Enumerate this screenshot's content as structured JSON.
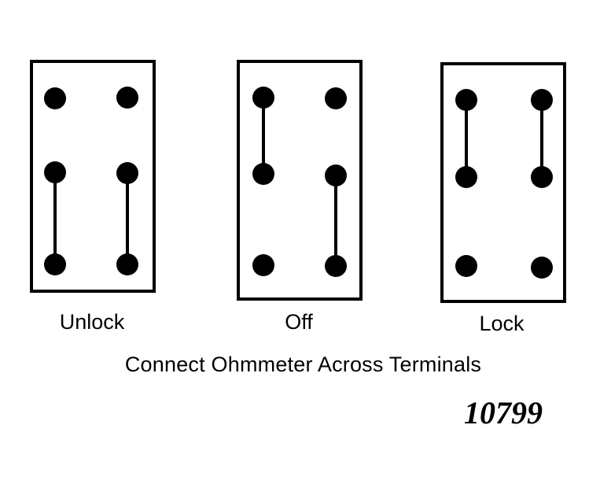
{
  "switches": [
    {
      "label": "Unlock",
      "connections": [
        [
          "middle-left",
          "bottom-left"
        ],
        [
          "middle-right",
          "bottom-right"
        ]
      ]
    },
    {
      "label": "Off",
      "connections": [
        [
          "top-left",
          "middle-left"
        ],
        [
          "middle-right",
          "bottom-right"
        ]
      ]
    },
    {
      "label": "Lock",
      "connections": [
        [
          "top-left",
          "middle-left"
        ],
        [
          "top-right",
          "middle-right"
        ]
      ]
    }
  ],
  "caption": "Connect Ohmmeter Across Terminals",
  "figure_number": "10799",
  "colors": {
    "ink": "#000000",
    "background": "#ffffff"
  }
}
